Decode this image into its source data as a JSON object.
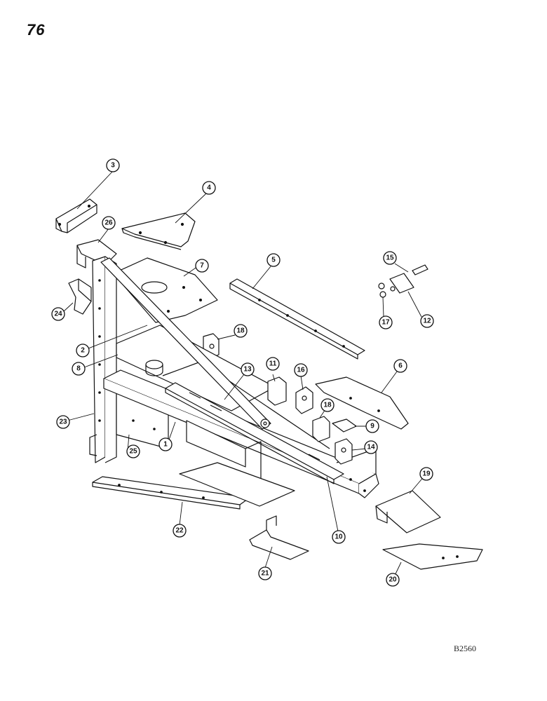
{
  "page_number": "76",
  "drawing_ref": "B2560",
  "callouts": [
    {
      "id": "3",
      "label": "3"
    },
    {
      "id": "4",
      "label": "4"
    },
    {
      "id": "26",
      "label": "26"
    },
    {
      "id": "7",
      "label": "7"
    },
    {
      "id": "5",
      "label": "5"
    },
    {
      "id": "15",
      "label": "15"
    },
    {
      "id": "12",
      "label": "12"
    },
    {
      "id": "17",
      "label": "17"
    },
    {
      "id": "24",
      "label": "24"
    },
    {
      "id": "18a",
      "label": "18"
    },
    {
      "id": "2",
      "label": "2"
    },
    {
      "id": "8",
      "label": "8"
    },
    {
      "id": "13",
      "label": "13"
    },
    {
      "id": "11",
      "label": "11"
    },
    {
      "id": "16",
      "label": "16"
    },
    {
      "id": "6",
      "label": "6"
    },
    {
      "id": "18b",
      "label": "18"
    },
    {
      "id": "9",
      "label": "9"
    },
    {
      "id": "23",
      "label": "23"
    },
    {
      "id": "1",
      "label": "1"
    },
    {
      "id": "25",
      "label": "25"
    },
    {
      "id": "14",
      "label": "14"
    },
    {
      "id": "19",
      "label": "19"
    },
    {
      "id": "22",
      "label": "22"
    },
    {
      "id": "10",
      "label": "10"
    },
    {
      "id": "21",
      "label": "21"
    },
    {
      "id": "20",
      "label": "20"
    }
  ]
}
